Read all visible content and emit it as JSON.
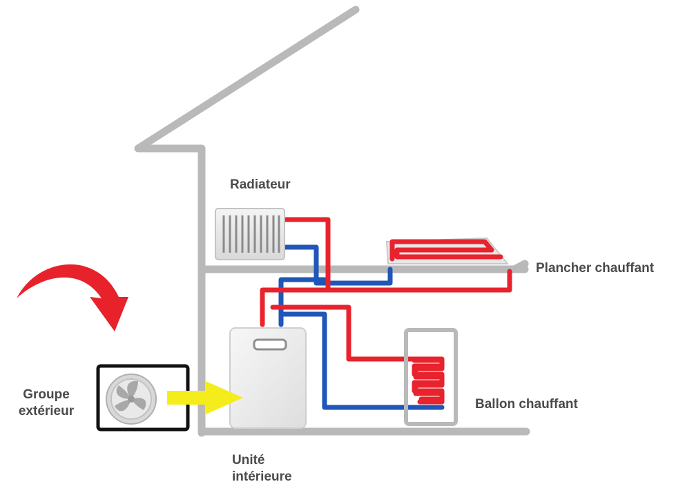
{
  "labels": {
    "radiator": "Radiateur",
    "floor_heating": "Plancher chauffant",
    "outdoor_unit_line1": "Groupe",
    "outdoor_unit_line2": "extérieur",
    "water_tank": "Ballon chauffant",
    "indoor_unit_line1": "Unité",
    "indoor_unit_line2": "intérieure"
  },
  "colors": {
    "structure": "#b9b9b9",
    "hot_pipe": "#e8232e",
    "cold_pipe": "#1f56b8",
    "air_arrow": "#e8222a",
    "energy_arrow": "#f5ec1c",
    "outdoor_frame": "#111111",
    "text": "#4a4a4a"
  },
  "icons": {
    "outdoor_fan": "fan-icon",
    "rotation": "curved-arrow-icon",
    "transfer": "right-arrow-icon"
  }
}
